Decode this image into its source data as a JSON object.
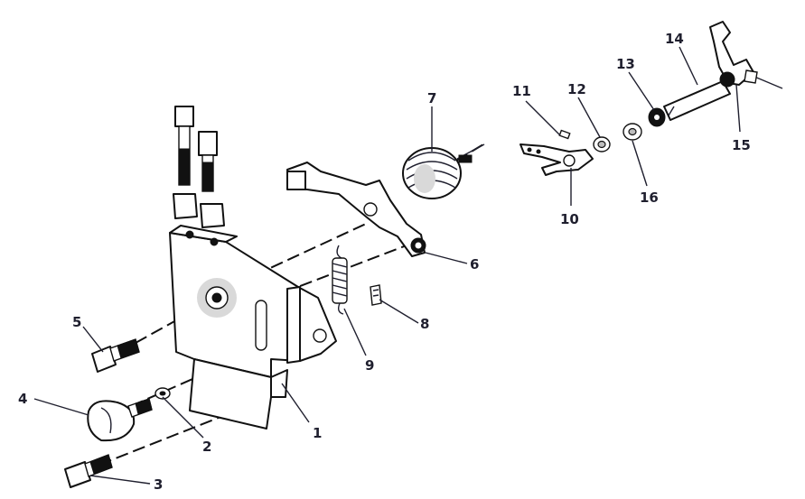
{
  "callouts": [
    {
      "id": "1",
      "label": "1"
    },
    {
      "id": "2",
      "label": "2"
    },
    {
      "id": "3",
      "label": "3"
    },
    {
      "id": "4",
      "label": "4"
    },
    {
      "id": "5",
      "label": "5"
    },
    {
      "id": "6",
      "label": "6"
    },
    {
      "id": "7",
      "label": "7"
    },
    {
      "id": "8",
      "label": "8"
    },
    {
      "id": "9",
      "label": "9"
    },
    {
      "id": "10",
      "label": "10"
    },
    {
      "id": "11",
      "label": "11"
    },
    {
      "id": "12",
      "label": "12"
    },
    {
      "id": "13",
      "label": "13"
    },
    {
      "id": "14",
      "label": "14"
    },
    {
      "id": "15",
      "label": "15"
    },
    {
      "id": "16",
      "label": "16"
    }
  ],
  "colors": {
    "ink": "#111111",
    "label": "#1f1f2e",
    "background": "#ffffff"
  }
}
